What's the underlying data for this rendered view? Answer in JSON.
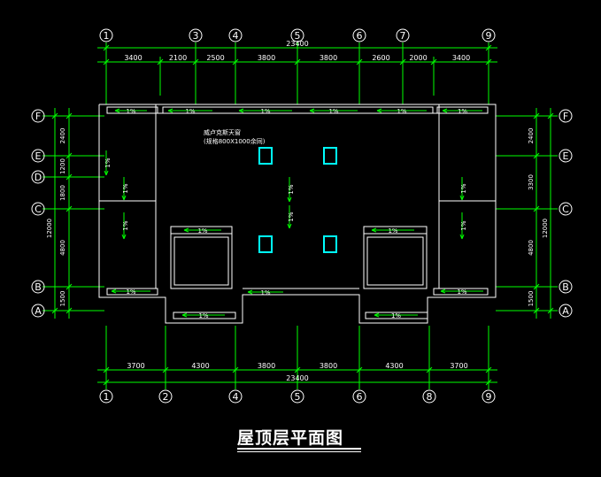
{
  "top_axes": [
    "1",
    "3",
    "4",
    "5",
    "6",
    "7",
    "9"
  ],
  "bottom_axes": [
    "1",
    "2",
    "4",
    "5",
    "6",
    "8",
    "9"
  ],
  "left_axes": [
    "F",
    "E",
    "D",
    "C",
    "B",
    "A"
  ],
  "right_axes": [
    "F",
    "E",
    "C",
    "B",
    "A"
  ],
  "top_total": "23400",
  "top_dims": [
    "3400",
    "2100",
    "2500",
    "3800",
    "3800",
    "2600",
    "2000",
    "3400"
  ],
  "bottom_total": "23400",
  "bottom_dims": [
    "3700",
    "4300",
    "3800",
    "3800",
    "4300",
    "3700"
  ],
  "left_total": "12000",
  "left_dims": [
    "2400",
    "1200",
    "1800",
    "4800",
    "1500"
  ],
  "right_total": "12000",
  "right_dims": [
    "2400",
    "3300",
    "4800",
    "1500"
  ],
  "slope_labels": [
    "1%",
    "1%",
    "1%",
    "1%",
    "1%",
    "1%",
    "1%",
    "1%",
    "1%",
    "1%",
    "1%",
    "1%",
    "1%"
  ],
  "vertical_slope_labels": [
    "1%",
    "1%",
    "1%",
    "1%",
    "1%",
    "1%",
    "1%"
  ],
  "skylight_note_1": "威卢克斯天窗",
  "skylight_note_2": "(规格800X1000余同)",
  "title": "屋顶层平面图",
  "colors": {
    "axis": "#00ff00",
    "wall": "#ffffff",
    "skylight": "#00ffff",
    "background": "#000000"
  }
}
